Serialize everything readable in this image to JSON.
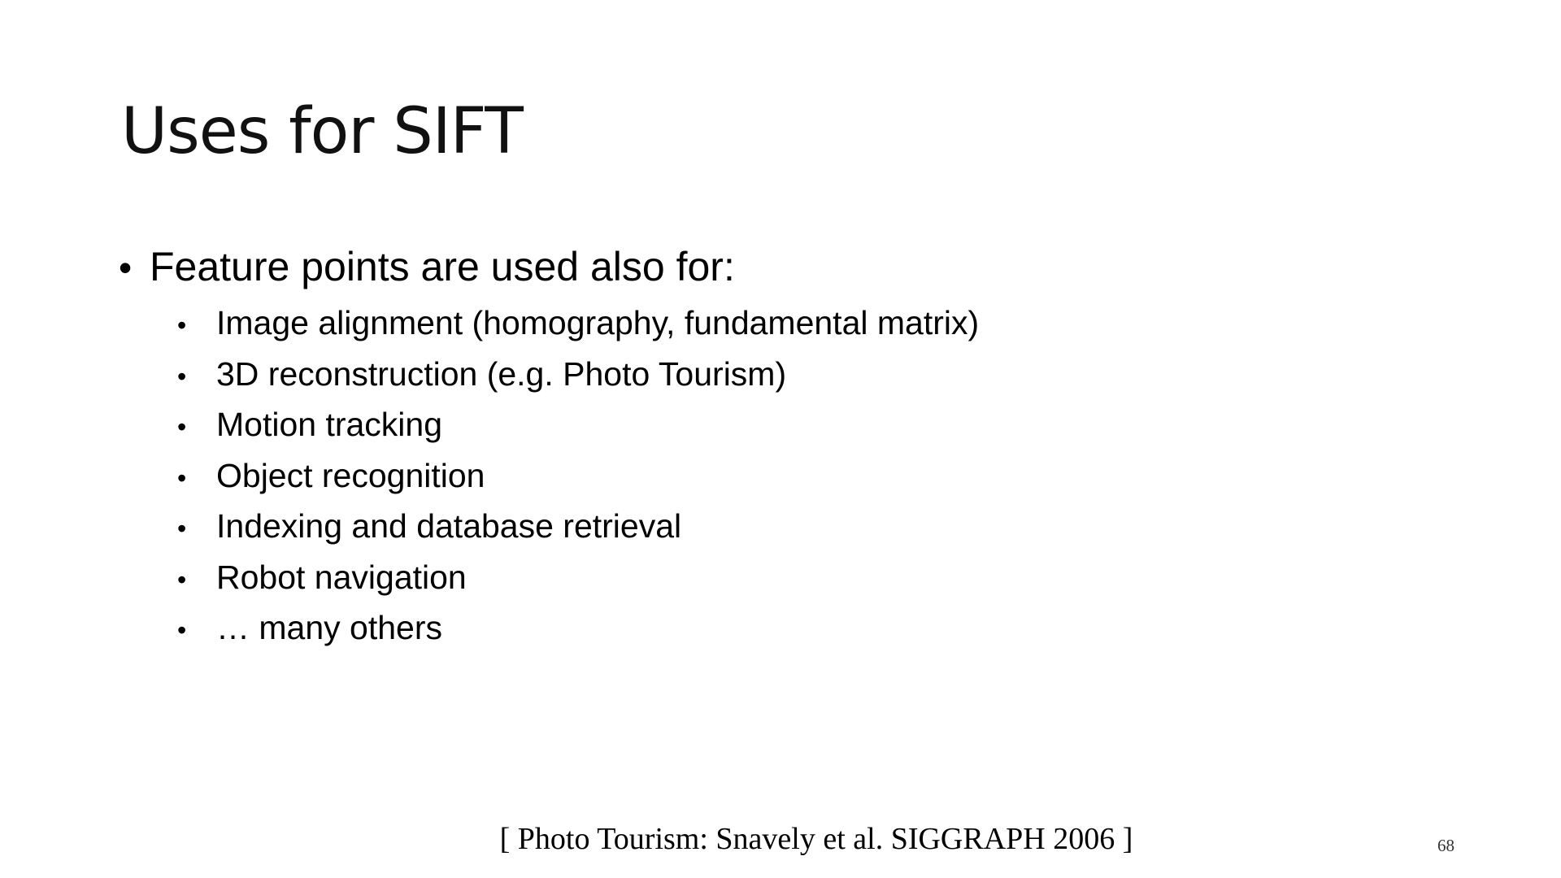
{
  "slide": {
    "title": "Uses for SIFT",
    "bullets": [
      {
        "text": "Feature points are used also for:",
        "children": [
          "Image alignment (homography, fundamental matrix)",
          "3D reconstruction (e.g. Photo Tourism)",
          "Motion tracking",
          "Object recognition",
          "Indexing and database retrieval",
          "Robot navigation",
          "… many others"
        ]
      }
    ],
    "bullet_glyph": "•",
    "citation": "[ Photo Tourism: Snavely et al. SIGGRAPH 2006 ]",
    "page_number": "68"
  }
}
